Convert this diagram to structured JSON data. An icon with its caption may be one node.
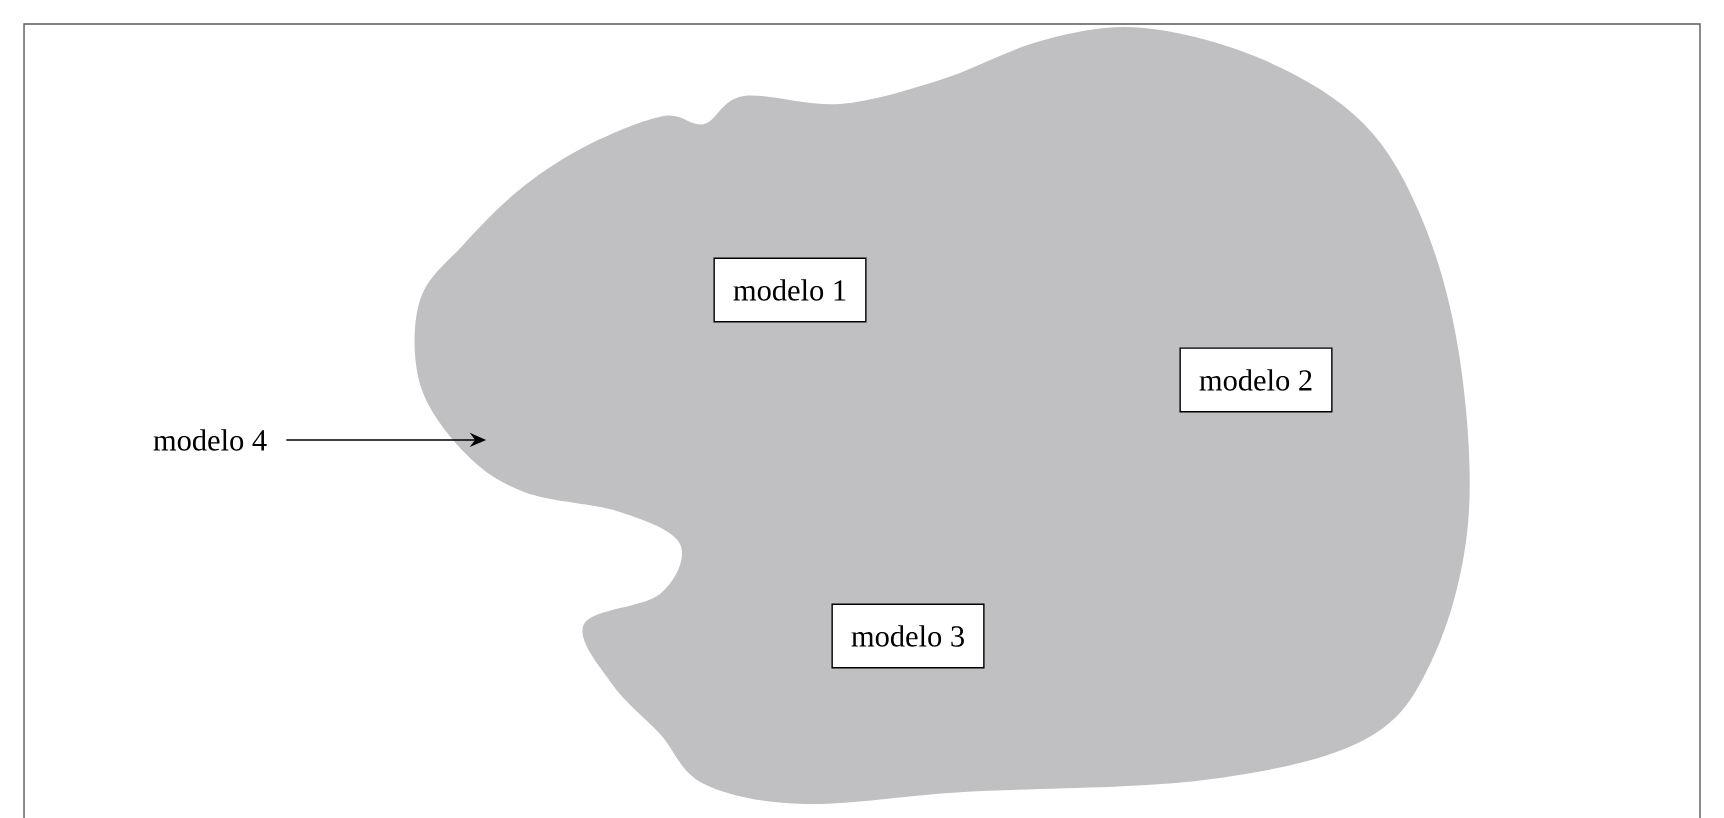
{
  "diagram": {
    "nodes": [
      {
        "text": [],
        "shape": "cloud"
      },
      {
        "text": [
          "modelo 1"
        ],
        "in": 0
      },
      {
        "text": [
          "modelo 2"
        ],
        "in": 0
      },
      {
        "text": [
          "modelo 3"
        ],
        "in": 0
      },
      {
        "text": [
          "modelo 4"
        ]
      }
    ],
    "edges": [
      {
        "from": 4,
        "to": 0,
        "arrow": "to"
      }
    ]
  }
}
